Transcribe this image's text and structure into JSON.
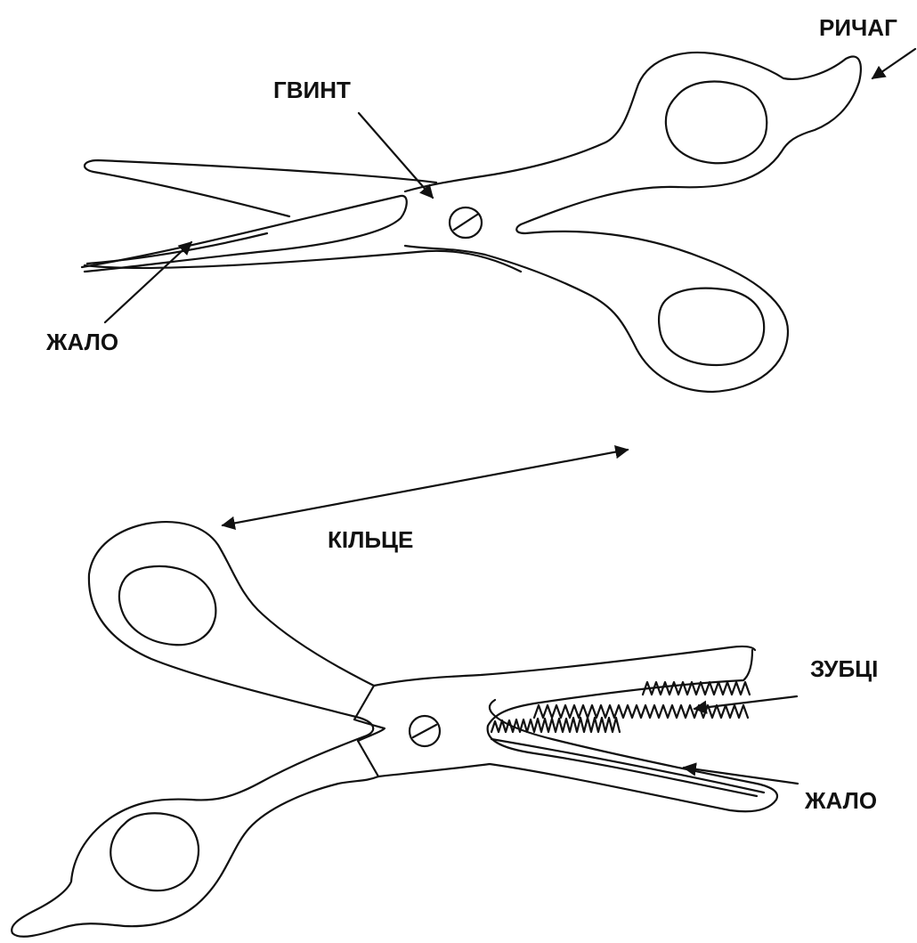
{
  "labels": {
    "lever": "РИЧАГ",
    "screw": "ГВИНТ",
    "blade_top": "ЖАЛО",
    "ring": "КІЛЬЦЕ",
    "teeth": "ЗУБЦІ",
    "blade_bottom": "ЖАЛО"
  },
  "colors": {
    "line": "#111111",
    "background": "#ffffff"
  }
}
